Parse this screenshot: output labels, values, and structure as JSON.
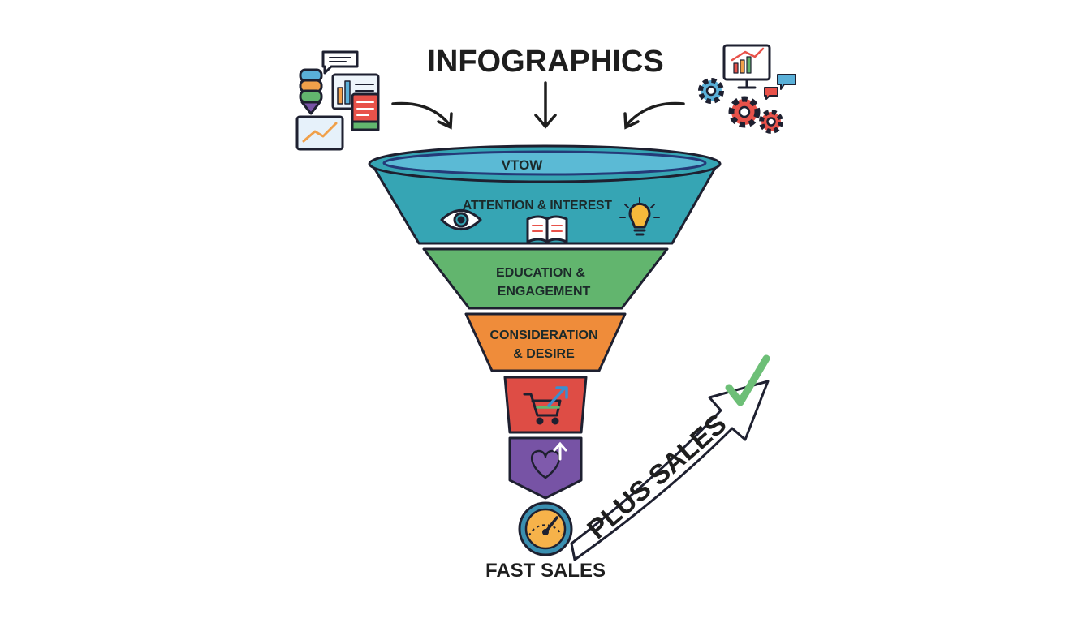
{
  "title": "INFOGRAPHICS",
  "funnel": {
    "rim_label": "VTOW",
    "stages": [
      {
        "id": "attention",
        "lines": [
          "ATTENTION & INTEREST"
        ],
        "color": "#36a5b4"
      },
      {
        "id": "education",
        "lines": [
          "EDUCATION &",
          "ENGAGEMENT"
        ],
        "color": "#62b56e"
      },
      {
        "id": "consideration",
        "lines": [
          "CONSIDERATION",
          "& DESIRE"
        ],
        "color": "#ef8c3a"
      },
      {
        "id": "purchase",
        "lines": [],
        "color": "#de4d45",
        "icon": "shopping-cart-icon"
      },
      {
        "id": "loyalty",
        "lines": [],
        "color": "#7753a5",
        "icon": "heart-icon"
      }
    ],
    "rim_color": "#5bbad5",
    "rim_outline_color": "#243a78"
  },
  "bottom_label": "FAST SALES",
  "growth_arrow": {
    "label": "PLUS SALES",
    "check_color": "#6dbf77"
  },
  "icons": [
    "database-icon",
    "chat-bubble-icon",
    "dashboard-icon",
    "document-icon",
    "line-chart-icon",
    "presentation-board-icon",
    "gear-icon",
    "eye-icon",
    "open-book-icon",
    "lightbulb-icon",
    "speedometer-icon",
    "checkmark-icon"
  ]
}
